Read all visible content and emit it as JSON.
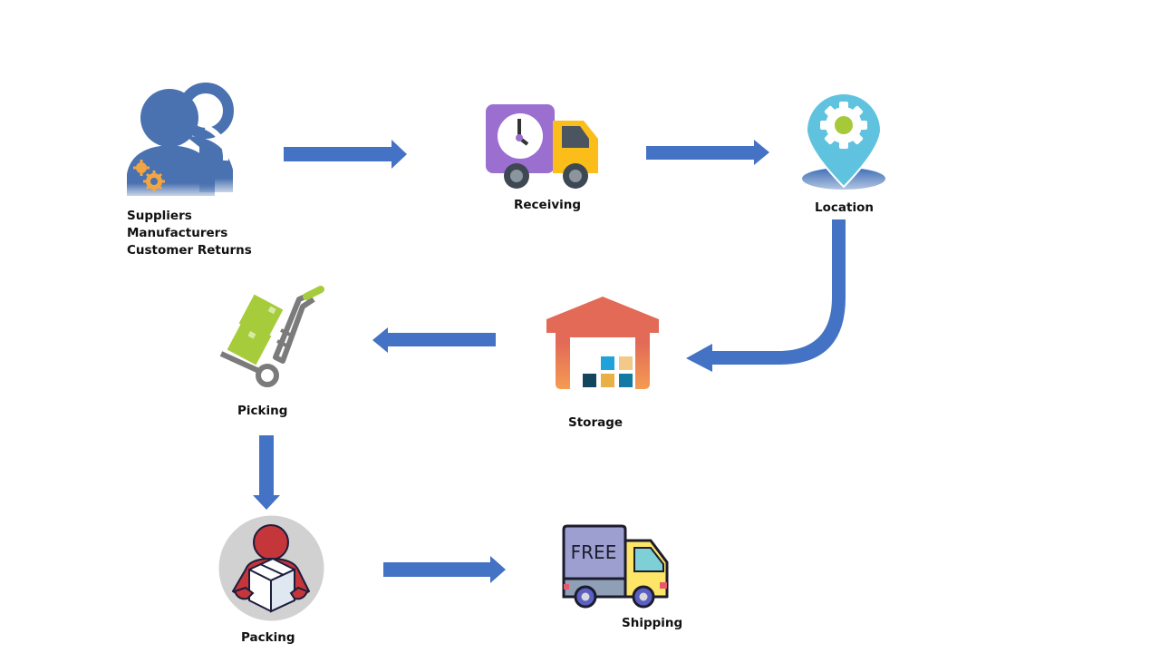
{
  "diagram": {
    "type": "warehouse-process-flow",
    "arrow_color": "#4472c4",
    "nodes": [
      {
        "id": "source",
        "icon": "people-gears-icon",
        "lines": [
          "Suppliers",
          "Manufacturers",
          "Customer Returns"
        ]
      },
      {
        "id": "receiving",
        "icon": "clock-truck-icon",
        "label": "Receiving"
      },
      {
        "id": "location",
        "icon": "map-pin-gear-icon",
        "label": "Location"
      },
      {
        "id": "storage",
        "icon": "warehouse-icon",
        "label": "Storage"
      },
      {
        "id": "picking",
        "icon": "hand-truck-icon",
        "label": "Picking"
      },
      {
        "id": "packing",
        "icon": "person-box-icon",
        "label": "Packing"
      },
      {
        "id": "shipping",
        "icon": "delivery-truck-icon",
        "label": "Shipping",
        "truck_text": "FREE"
      }
    ],
    "edges": [
      {
        "from": "source",
        "to": "receiving"
      },
      {
        "from": "receiving",
        "to": "location"
      },
      {
        "from": "location",
        "to": "storage"
      },
      {
        "from": "storage",
        "to": "picking"
      },
      {
        "from": "picking",
        "to": "packing"
      },
      {
        "from": "packing",
        "to": "shipping"
      }
    ]
  }
}
